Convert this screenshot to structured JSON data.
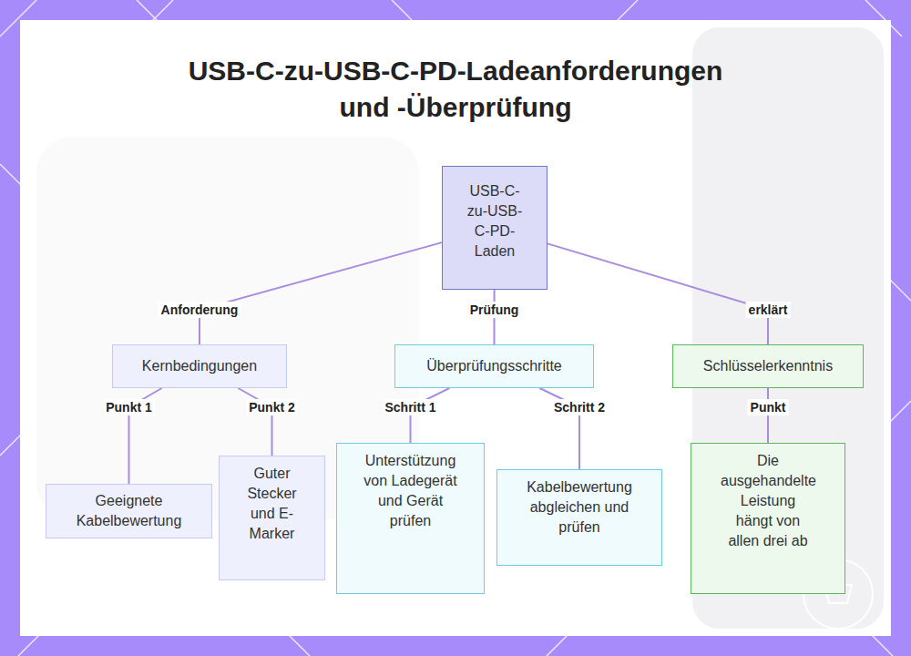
{
  "diagram": {
    "title": "USB-C-zu-USB-C-PD-Ladeanforderungen und -Überprüfung",
    "nodes": [
      {
        "text": [
          "USB-C-zu-USB-C-PD-Laden"
        ]
      },
      {
        "text": [
          "Kernbedingungen"
        ]
      },
      {
        "text": [
          "Überprüfungsschritte"
        ]
      },
      {
        "text": [
          "Schlüsselerkenntnis"
        ]
      },
      {
        "text": [
          "Geeignete Kabelbewertung"
        ]
      },
      {
        "text": [
          "Guter Stecker und E-Marker"
        ]
      },
      {
        "text": [
          "Unterstützung von Ladegerät und Gerät prüfen"
        ]
      },
      {
        "text": [
          "Kabelbewertung abgleichen und prüfen"
        ]
      },
      {
        "text": [
          "Die ausgehandelte Leistung hängt von allen drei ab"
        ]
      }
    ],
    "edges": [
      {
        "from": 0,
        "to": 1,
        "label": "Anforderung",
        "arrow": "none"
      },
      {
        "from": 0,
        "to": 2,
        "label": "Prüfung",
        "arrow": "none"
      },
      {
        "from": 0,
        "to": 3,
        "label": "erklärt",
        "arrow": "none"
      },
      {
        "from": 1,
        "to": 4,
        "label": "Punkt 1",
        "arrow": "none"
      },
      {
        "from": 1,
        "to": 5,
        "label": "Punkt 2",
        "arrow": "none"
      },
      {
        "from": 2,
        "to": 6,
        "label": "Schritt 1",
        "arrow": "none"
      },
      {
        "from": 2,
        "to": 7,
        "label": "Schritt 2",
        "arrow": "none"
      },
      {
        "from": 3,
        "to": 8,
        "label": "Punkt",
        "arrow": "none"
      }
    ]
  }
}
